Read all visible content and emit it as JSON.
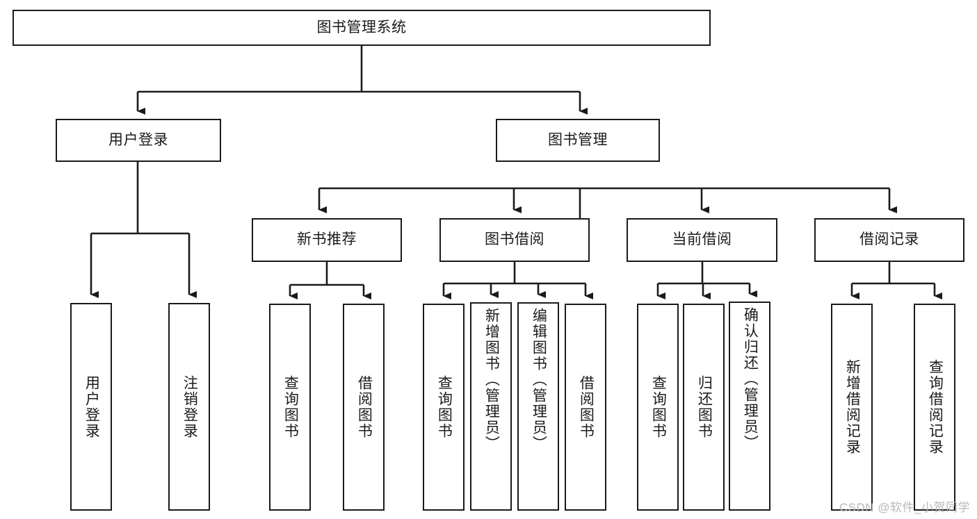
{
  "diagram": {
    "title": "图书管理系统",
    "type": "tree-hierarchy",
    "root": {
      "label": "图书管理系统"
    },
    "level1": [
      {
        "label": "用户登录"
      },
      {
        "label": "图书管理"
      }
    ],
    "level2": [
      {
        "label": "新书推荐"
      },
      {
        "label": "图书借阅"
      },
      {
        "label": "当前借阅"
      },
      {
        "label": "借阅记录"
      }
    ],
    "leaves": {
      "user_login": [
        {
          "label": "用户登录"
        },
        {
          "label": "注销登录"
        }
      ],
      "new_book_recommend": [
        {
          "label": "查询图书"
        },
        {
          "label": "借阅图书"
        }
      ],
      "book_borrow": [
        {
          "label": "查询图书"
        },
        {
          "label": "新增图书（管理员）"
        },
        {
          "label": "编辑图书（管理员）"
        },
        {
          "label": "借阅图书"
        }
      ],
      "current_borrow": [
        {
          "label": "查询图书"
        },
        {
          "label": "归还图书"
        },
        {
          "label": "确认归还（管理员）"
        }
      ],
      "borrow_record": [
        {
          "label": "新增借阅记录"
        },
        {
          "label": "查询借阅记录"
        }
      ]
    }
  },
  "watermark": {
    "text": "CSDN @软件_小贺同学"
  },
  "colors": {
    "stroke": "#1a1a1a",
    "fill": "#ffffff",
    "text": "#1b1b1b",
    "watermark": "#b9b9b9"
  }
}
